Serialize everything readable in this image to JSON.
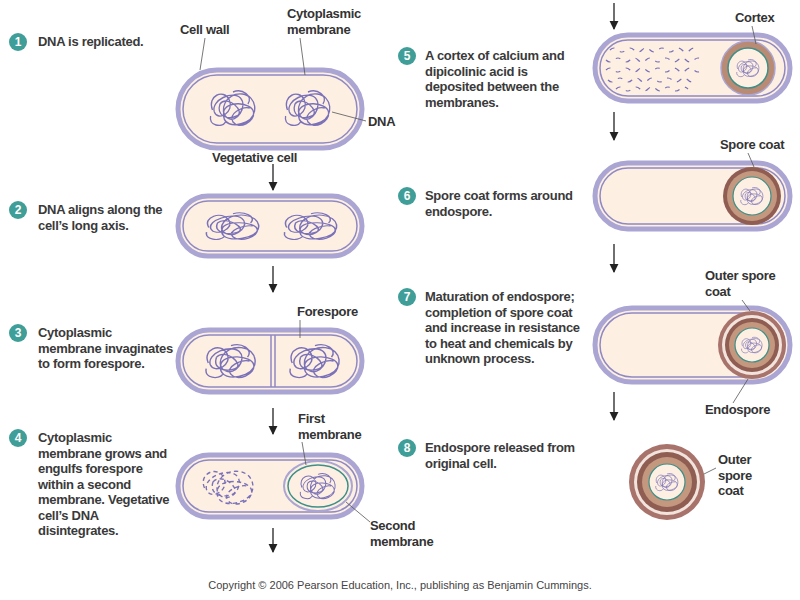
{
  "diagram": {
    "nodes": [
      {
        "text": [
          "1"
        ]
      },
      {
        "text": [
          "2"
        ]
      },
      {
        "text": [
          "3"
        ]
      },
      {
        "text": [
          "4"
        ]
      },
      {
        "text": [
          "5"
        ]
      },
      {
        "text": [
          "6"
        ]
      },
      {
        "text": [
          "7"
        ]
      },
      {
        "text": [
          "8"
        ]
      }
    ],
    "labels": [
      "DNA is replicated.",
      "Cell wall",
      "Cytoplasmic membrane",
      "DNA",
      "Vegetative cell",
      "DNA aligns along the cell’s long axis.",
      "Cytoplasmic membrane invaginates to form forespore.",
      "Forespore",
      "Cytoplasmic membrane grows and engulfs forespore within a second membrane. Vegetative cell’s DNA disintegrates.",
      "First membrane",
      "Second membrane",
      "A cortex of calcium and dipicolinic acid is deposited between the membranes.",
      "Cortex",
      "Spore coat forms around endospore.",
      "Spore coat",
      "Maturation of endospore; completion of spore coat and increase in resistance to heat and chemicals by unknown process.",
      "Outer spore coat",
      "Endospore",
      "Endospore released from original cell.",
      "Outer spore coat",
      "Copyright © 2006 Pearson Education, Inc., publishing as Benjamin Cummings."
    ]
  }
}
